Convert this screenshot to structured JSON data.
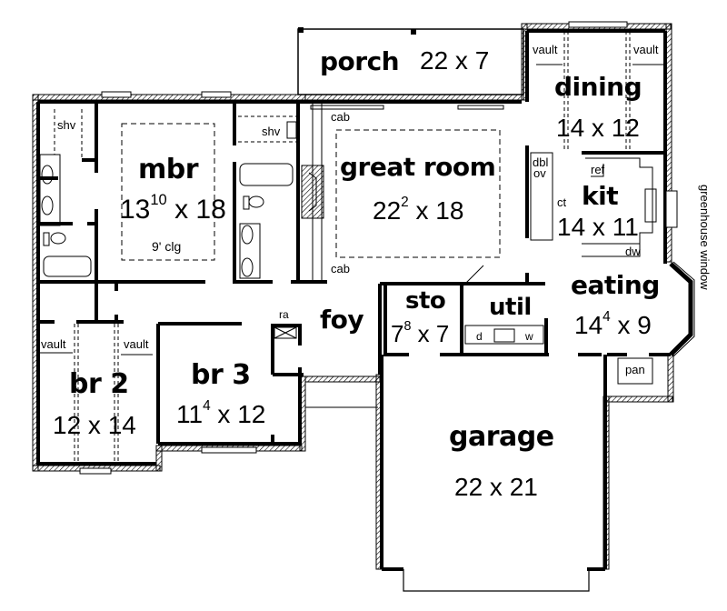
{
  "plan": {
    "rooms": [
      {
        "id": "porch",
        "name": "porch",
        "dim": "22 x 7",
        "w": "22",
        "wsup": "",
        "d": "7"
      },
      {
        "id": "dining",
        "name": "dining",
        "dim": "14 x 12",
        "w": "14",
        "wsup": "",
        "d": "12"
      },
      {
        "id": "mbr",
        "name": "mbr",
        "dim": "13'10\" x 18",
        "w": "13",
        "wsup": "10",
        "d": "18",
        "note": "9' clg"
      },
      {
        "id": "great-room",
        "name": "great room",
        "dim": "22'2\" x 18",
        "w": "22",
        "wsup": "2",
        "d": "18"
      },
      {
        "id": "kit",
        "name": "kit",
        "dim": "14 x 11",
        "w": "14",
        "wsup": "",
        "d": "11"
      },
      {
        "id": "eating",
        "name": "eating",
        "dim": "14'4\" x 9",
        "w": "14",
        "wsup": "4",
        "d": "9"
      },
      {
        "id": "sto",
        "name": "sto",
        "dim": "7'8\" x 7",
        "w": "7",
        "wsup": "8",
        "d": "7"
      },
      {
        "id": "util",
        "name": "util"
      },
      {
        "id": "foy",
        "name": "foy"
      },
      {
        "id": "br2",
        "name": "br 2",
        "dim": "12 x 14",
        "w": "12",
        "wsup": "",
        "d": "14"
      },
      {
        "id": "br3",
        "name": "br 3",
        "dim": "11'4\" x 12",
        "w": "11",
        "wsup": "4",
        "d": "12"
      },
      {
        "id": "garage",
        "name": "garage",
        "dim": "22 x 21",
        "w": "22",
        "wsup": "",
        "d": "21"
      }
    ],
    "annotations": {
      "shv_mbr": "shv",
      "shv_bath": "shv",
      "cab_top": "cab",
      "cab_bottom": "cab",
      "vault_dining_left": "vault",
      "vault_dining_right": "vault",
      "vault_br2_left": "vault",
      "vault_br2_right": "vault",
      "dbl_ov_1": "dbl",
      "dbl_ov_2": "ov",
      "ct": "ct",
      "ref": "ref",
      "dw": "dw",
      "greenhouse_window": "greenhouse window",
      "ra": "ra",
      "dryer": "d",
      "washer": "w",
      "pan": "pan",
      "mbr_ceiling": "9' clg"
    },
    "colors": {
      "wall": "#000000",
      "background": "#ffffff",
      "hatch": "#000000"
    }
  }
}
